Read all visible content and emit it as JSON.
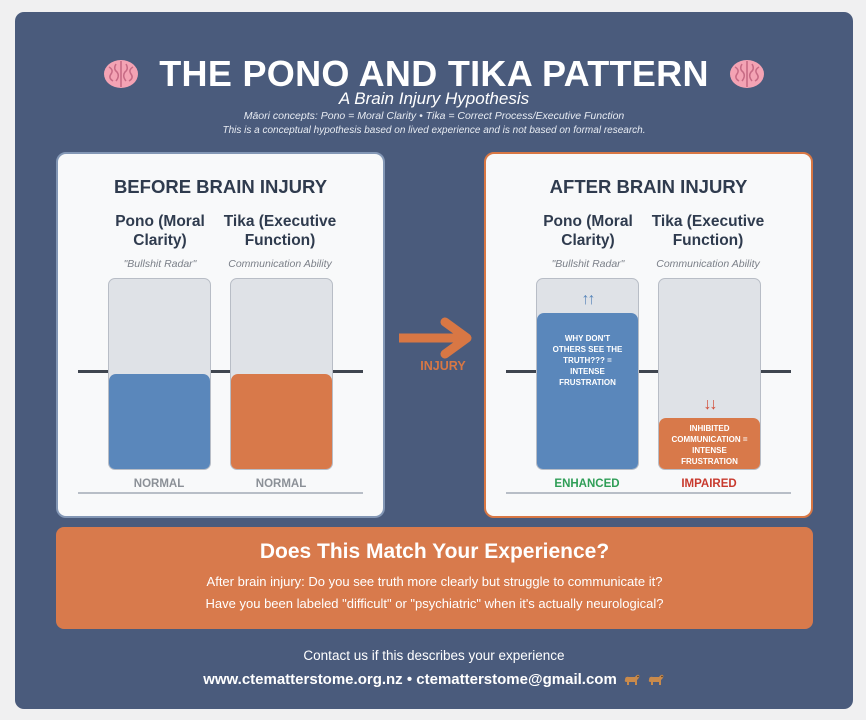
{
  "header": {
    "title": "THE PONO AND TIKA PATTERN",
    "subtitle": "A Brain Injury Hypothesis",
    "concepts": "Māori concepts: Pono = Moral Clarity • Tika = Correct Process/Executive Function",
    "disclaimer": "This is a conceptual hypothesis based on lived experience and is not based on formal research.",
    "icon": "brain-icon"
  },
  "before": {
    "title": "BEFORE BRAIN INJURY",
    "pono": {
      "title": "Pono (Moral Clarity)",
      "subtitle": "\"Bullshit Radar\"",
      "status": "NORMAL",
      "level": 0.5,
      "color": "#5a87bb"
    },
    "tika": {
      "title": "Tika (Executive Function)",
      "subtitle": "Communication Ability",
      "status": "NORMAL",
      "level": 0.5,
      "color": "#d8794a"
    }
  },
  "injury": {
    "label": "INJURY",
    "color": "#d87744"
  },
  "after": {
    "title": "AFTER BRAIN INJURY",
    "pono": {
      "title": "Pono (Moral Clarity)",
      "subtitle": "\"Bullshit Radar\"",
      "status": "ENHANCED",
      "level": 0.82,
      "arrows": "↑↑",
      "note": "WHY DON'T OTHERS SEE THE TRUTH??? = INTENSE FRUSTRATION",
      "color": "#5a87bb",
      "status_color": "#2f9e57"
    },
    "tika": {
      "title": "Tika (Executive Function)",
      "subtitle": "Communication Ability",
      "status": "IMPAIRED",
      "level": 0.27,
      "arrows": "↓↓",
      "note": "INHIBITED COMMUNICATION = INTENSE FRUSTRATION",
      "color": "#d8794a",
      "status_color": "#c83a2e"
    }
  },
  "cta": {
    "title": "Does This Match Your Experience?",
    "line1": "After brain injury: Do you see truth more clearly but struggle to communicate it?",
    "line2": "Have you been labeled \"difficult\" or \"psychiatric\" when it's actually neurological?"
  },
  "footer": {
    "contact": "Contact us if this describes your experience",
    "links": "www.ctematterstome.org.nz • ctematterstome@gmail.com",
    "icon": "dog-icon"
  },
  "colors": {
    "background": "#4a5b7c",
    "accent": "#d87a4c",
    "blue": "#5a87bb"
  }
}
